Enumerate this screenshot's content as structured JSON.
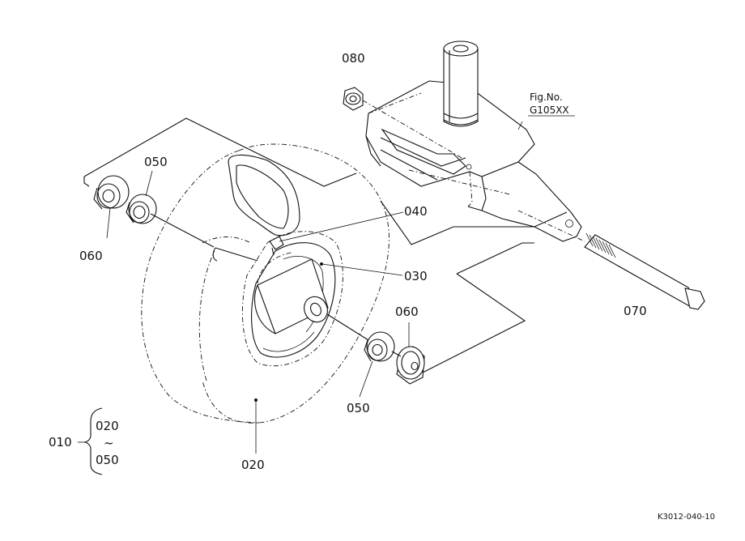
{
  "parts": {
    "p080": "080",
    "p050_top": "050",
    "p060_top": "060",
    "p040": "040",
    "p030": "030",
    "p060_right": "060",
    "p070": "070",
    "p050_bottom": "050",
    "p020": "020"
  },
  "figure_ref": {
    "line1": "Fig.No.",
    "line2": "G105XX"
  },
  "assembly": {
    "main": "010",
    "range_start": "020",
    "range_sep": "~",
    "range_end": "050"
  },
  "drawing_code": "K3012-040-10"
}
